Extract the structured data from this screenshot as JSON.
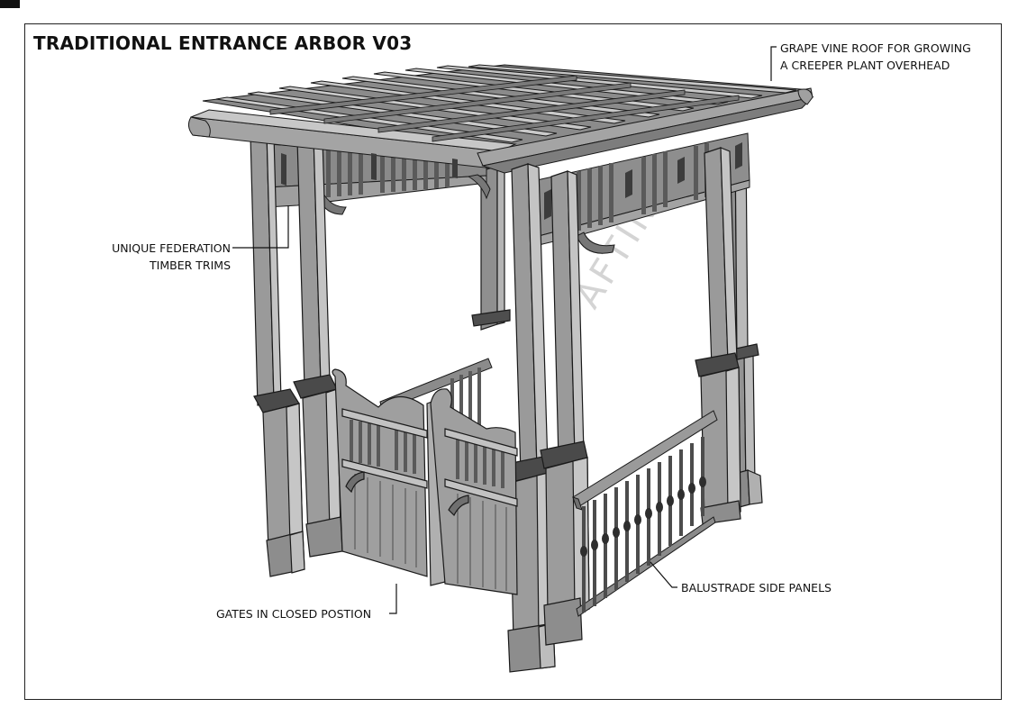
{
  "title": "TRADITIONAL ENTRANCE ARBOR V03",
  "callouts": {
    "roof": {
      "line1": "GRAPE VINE ROOF FOR GROWING",
      "line2": "A CREEPER PLANT OVERHEAD"
    },
    "trims": {
      "line1": "UNIQUE FEDERATION",
      "line2": "TIMBER TRIMS"
    },
    "gates": {
      "line1": "GATES IN CLOSED POSTION"
    },
    "balustrade": {
      "line1": "BALUSTRADE SIDE PANELS"
    }
  },
  "watermark": "AFTING",
  "colors": {
    "timber": "#9a9a9a",
    "timber_dark": "#6f6f6f",
    "timber_light": "#c2c2c2",
    "outline": "#1a1a1a"
  }
}
